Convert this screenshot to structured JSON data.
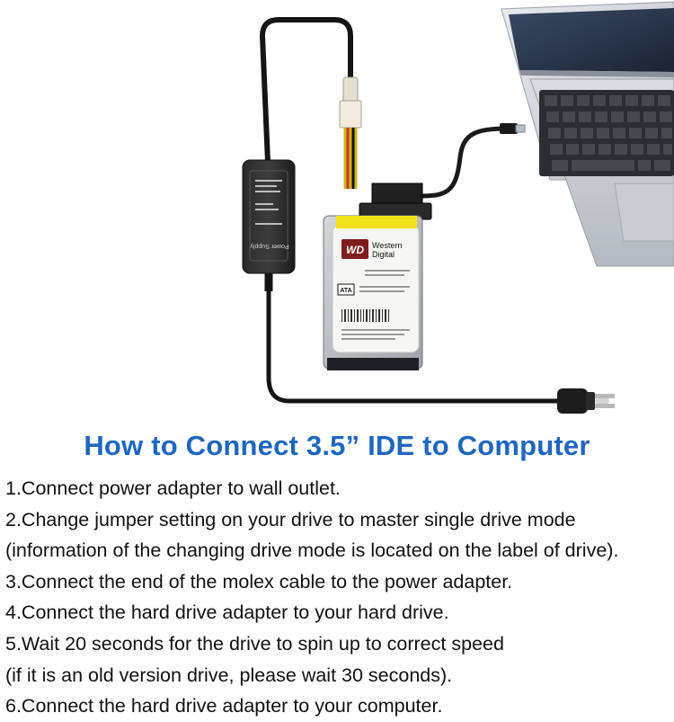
{
  "illustration": {
    "power_supply": {
      "label": "Power Supply"
    },
    "hard_drive": {
      "brand_badge": "WD",
      "brand_name_line1": "Western",
      "brand_name_line2": "Digital",
      "interface_badge": "ATA"
    }
  },
  "title": "How to Connect 3.5” IDE to Computer",
  "steps": [
    "1.Connect power adapter to wall outlet.",
    "2.Change jumper setting on your drive to master single drive mode",
    "(information of the changing drive mode is located on the label of drive).",
    "3.Connect the end of the molex cable to the power adapter.",
    "4.Connect the hard drive adapter to your hard drive.",
    "5.Wait 20 seconds for the drive to spin up to correct speed",
    "(if it is an old version drive, please wait 30 seconds).",
    "6.Connect the hard drive adapter to your computer."
  ],
  "colors": {
    "title": "#1e67bf",
    "text": "#111111",
    "label_yellow": "#f3e21b"
  }
}
